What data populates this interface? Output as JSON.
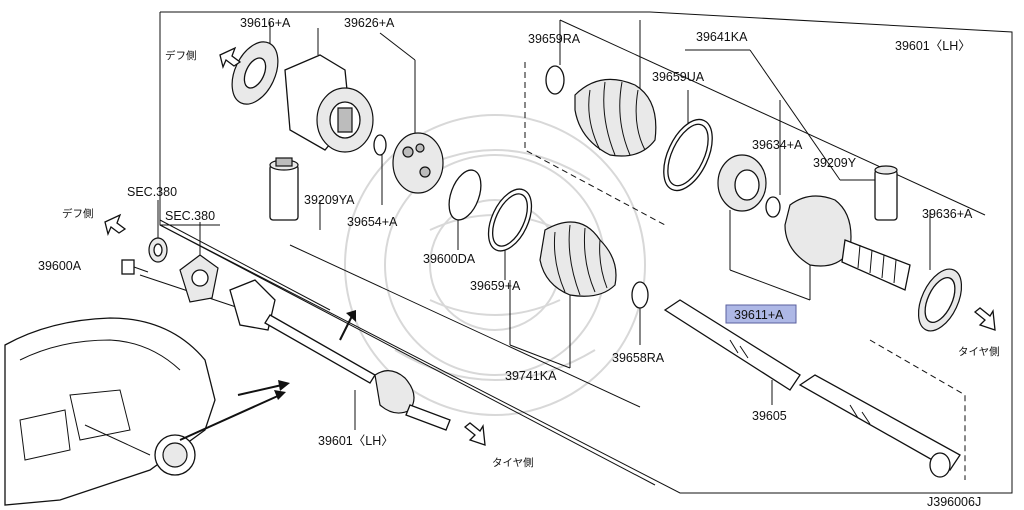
{
  "diagram_code": "J396006J",
  "direction_labels": {
    "diff_side": "デフ側",
    "tire_side": "タイヤ側"
  },
  "part_labels": [
    {
      "id": "p1",
      "text": "39616+A"
    },
    {
      "id": "p2",
      "text": "39626+A"
    },
    {
      "id": "p3",
      "text": "39659RA"
    },
    {
      "id": "p4",
      "text": "39641KA"
    },
    {
      "id": "p5",
      "text": "39601〈LH〉"
    },
    {
      "id": "p6",
      "text": "39659UA"
    },
    {
      "id": "p7",
      "text": "39634+A"
    },
    {
      "id": "p8",
      "text": "39209Y"
    },
    {
      "id": "p9",
      "text": "SEC.380"
    },
    {
      "id": "p10",
      "text": "SEC.380"
    },
    {
      "id": "p11",
      "text": "39209YA"
    },
    {
      "id": "p12",
      "text": "39654+A"
    },
    {
      "id": "p13",
      "text": "39636+A"
    },
    {
      "id": "p14",
      "text": "39600A"
    },
    {
      "id": "p15",
      "text": "39600DA"
    },
    {
      "id": "p16",
      "text": "39659+A"
    },
    {
      "id": "p17",
      "text": "39611+A"
    },
    {
      "id": "p18",
      "text": "39658RA"
    },
    {
      "id": "p19",
      "text": "39741KA"
    },
    {
      "id": "p20",
      "text": "39605"
    },
    {
      "id": "p21",
      "text": "39601〈LH〉"
    }
  ],
  "highlighted_part": "39611+A",
  "colors": {
    "highlight": "#aeb8e6",
    "line": "#111111"
  }
}
